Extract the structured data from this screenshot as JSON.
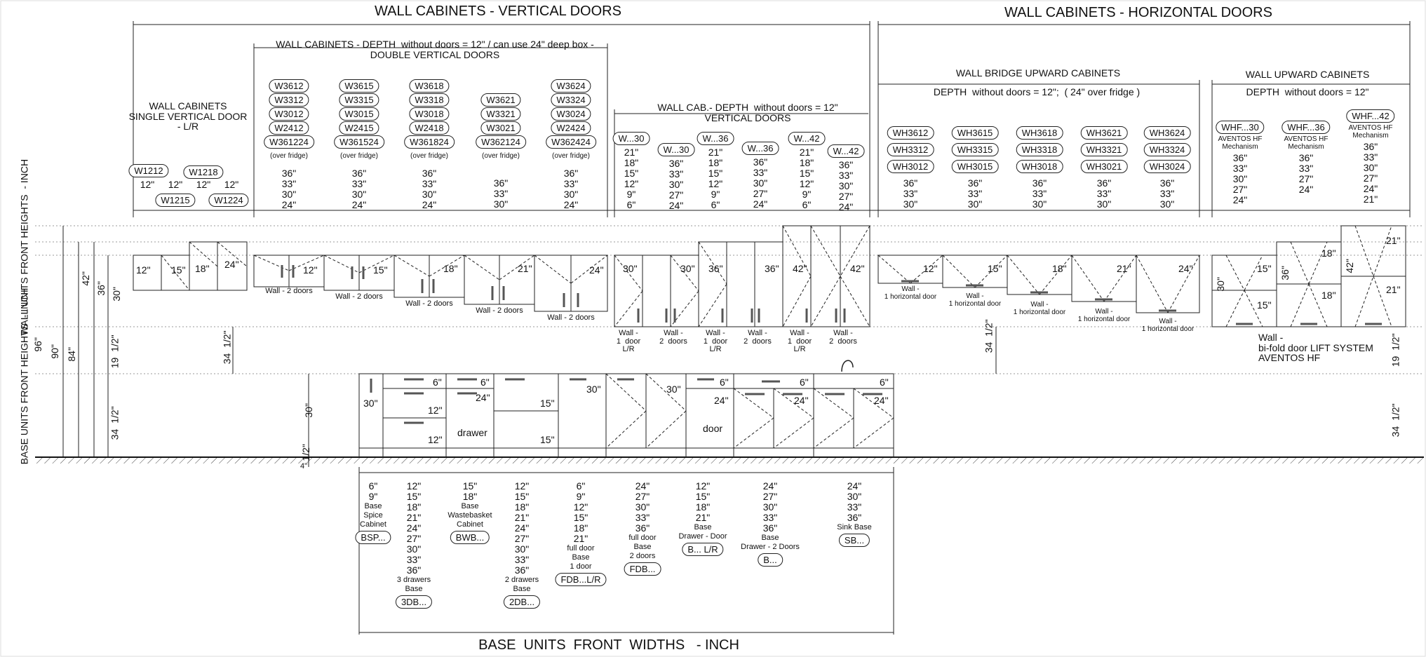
{
  "titles": {
    "wall_vertical": "WALL CABINETS - VERTICAL DOORS",
    "wall_horizontal": "WALL CABINETS - HORIZONTAL DOORS",
    "base_widths": "BASE  UNITS  FRONT  WIDTHS   - INCH"
  },
  "side_labels": {
    "wall_units": "WALL UNITS FRONT HEIGHTS  - INCH",
    "base_units": "BASE UNITS FRONT HEIGHTS  - INCH"
  },
  "heights": {
    "h96": "96\"",
    "h90": "90\"",
    "h84": "84\"",
    "h42": "42\"",
    "h36": "36\"",
    "h30": "30\"",
    "h19": "19  1/2\"",
    "h34": "34  1/2\"",
    "h34b": "34  1/2\"",
    "h30b": "30\"",
    "h4": "4\"",
    "h1_2": "1/2\"",
    "h34c": "34  1/2\"",
    "h34d": "34  1/2\"",
    "h19r": "19  1/2\"",
    "h34r": "34  1/2\""
  },
  "groups": {
    "single": {
      "title": "WALL CABINETS\nSINGLE VERTICAL DOOR\n- L/R"
    },
    "depth12": {
      "title": "WALL CABINETS - DEPTH  without doors = 12\" / can use 24\" deep box -\nDOUBLE VERTICAL DOORS"
    },
    "cab12": {
      "title": "WALL CAB.- DEPTH  without doors = 12\"\nVERTICAL DOORS"
    },
    "bridge": {
      "title": "WALL BRIDGE UPWARD CABINETS",
      "sub": "DEPTH  without doors = 12\";  ( 24\" over fridge )"
    },
    "upward": {
      "title": "WALL UPWARD CABINETS",
      "sub": "DEPTH  without doors = 12\""
    }
  },
  "single_pills": [
    "W1212",
    "W1218",
    "W1215",
    "W1224"
  ],
  "single_widths": [
    "12\"",
    "12\"",
    "12\"",
    "12\""
  ],
  "double_cols": [
    {
      "codes": [
        "W3612",
        "W3312",
        "W3012",
        "W2412",
        "W361224"
      ],
      "note": "(over fridge)",
      "heights": "36\"\n33\"\n30\"\n24\""
    },
    {
      "codes": [
        "W3615",
        "W3315",
        "W3015",
        "W2415",
        "W361524"
      ],
      "note": "(over fridge)",
      "heights": "36\"\n33\"\n30\"\n24\""
    },
    {
      "codes": [
        "W3618",
        "W3318",
        "W3018",
        "W2418",
        "W361824"
      ],
      "note": "(over fridge)",
      "heights": "36\"\n33\"\n30\"\n24\""
    },
    {
      "codes": [
        "W3621",
        "W3321",
        "W3021",
        "W362124"
      ],
      "note": "(over fridge)",
      "heights": "36\"\n33\"\n30\""
    },
    {
      "codes": [
        "W3624",
        "W3324",
        "W3024",
        "W2424",
        "W362424"
      ],
      "note": "(over fridge)",
      "heights": "36\"\n33\"\n30\"\n24\""
    }
  ],
  "vert_cols": [
    {
      "code": "W...30",
      "heights": "21\"\n18\"\n15\"\n12\"\n9\"\n6\""
    },
    {
      "code": "W...30",
      "heights": "36\"\n33\"\n30\"\n27\"\n24\""
    },
    {
      "code": "W...36",
      "heights": "21\"\n18\"\n15\"\n12\"\n9\"\n6\""
    },
    {
      "code": "W...36",
      "heights": "36\"\n33\"\n30\"\n27\"\n24\""
    },
    {
      "code": "W...42",
      "heights": "21\"\n18\"\n15\"\n12\"\n9\"\n6\""
    },
    {
      "code": "W...42",
      "heights": "36\"\n33\"\n30\"\n27\"\n24\""
    }
  ],
  "bridge_cols": [
    {
      "codes": [
        "WH3612",
        "WH3312",
        "WH3012"
      ],
      "heights": "36\"\n33\"\n30\""
    },
    {
      "codes": [
        "WH3615",
        "WH3315",
        "WH3015"
      ],
      "heights": "36\"\n33\"\n30\""
    },
    {
      "codes": [
        "WH3618",
        "WH3318",
        "WH3018"
      ],
      "heights": "36\"\n33\"\n30\""
    },
    {
      "codes": [
        "WH3621",
        "WH3321",
        "WH3021"
      ],
      "heights": "36\"\n33\"\n30\""
    },
    {
      "codes": [
        "WH3624",
        "WH3324",
        "WH3024"
      ],
      "heights": "36\"\n33\"\n30\""
    }
  ],
  "upward_cols": [
    {
      "code": "WHF...30",
      "mech": "AVENTOS HF\nMechanism",
      "heights": "36\"\n33\"\n30\"\n27\"\n24\""
    },
    {
      "code": "WHF...36",
      "mech": "AVENTOS HF\nMechanism",
      "heights": "36\"\n33\"\n27\"\n24\""
    },
    {
      "code": "WHF...42",
      "mech": "AVENTOS HF\nMechanism",
      "heights": "36\"\n33\"\n30\"\n27\"\n24\"\n21\""
    }
  ],
  "elev_labels": {
    "s1": "12\"",
    "s2": "15\"",
    "s3": "18\"",
    "s4": "24\"",
    "d1": "12\"",
    "d2": "15\"",
    "d3": "18\"",
    "d4": "21\"",
    "d5": "24\"",
    "wall2": "Wall - 2 doors",
    "v1": "30\"",
    "v2": "30\"",
    "v3": "36\"",
    "v4": "36\"",
    "v5": "42\"",
    "v6": "42\"",
    "wall1": "Wall -\n1  door\nL/R",
    "wall2b": "Wall -\n2  doors",
    "b1": "12\"",
    "b2": "15\"",
    "b3": "18\"",
    "b4": "21\"",
    "b5": "24\"",
    "wall_h": "Wall -\n1 horizontal door",
    "u1": "15\"",
    "u2": "15\"",
    "u3": "18\"",
    "u4": "18\"",
    "u5": "21\"",
    "u6": "21\"",
    "u30": "30\"",
    "u36": "36\"",
    "u42": "42\"",
    "bifold": "Wall -\nbi-fold door LIFT SYSTEM\nAVENTOS HF"
  },
  "base_elev": {
    "spice30": "30\"",
    "d6": "6\"",
    "d12a": "12\"",
    "d12b": "12\"",
    "wb6": "6\"",
    "wb24": "24\"",
    "drawer": "drawer",
    "b15a": "15\"",
    "b15b": "15\"",
    "b30": "30\"",
    "b30b": "30\"",
    "bd6": "6\"",
    "bd24": "24\"",
    "door": "door",
    "b6c": "6\"",
    "b24c": "24\"",
    "b6d": "6\"",
    "b24d": "24\""
  },
  "base_cols": [
    {
      "list": "6\"\n9\"",
      "label": "Base\nSpice\nCabinet",
      "code": "BSP..."
    },
    {
      "list": "12\"\n15\"\n18\"\n21\"\n24\"\n27\"\n30\"\n33\"\n36\"",
      "label": "3 drawers\nBase",
      "code": "3DB..."
    },
    {
      "list": "15\"\n18\"",
      "label": "Base\nWastebasket\nCabinet",
      "code": "BWB..."
    },
    {
      "list": "12\"\n15\"\n18\"\n21\"\n24\"\n27\"\n30\"\n33\"\n36\"",
      "label": "2 drawers\nBase",
      "code": "2DB..."
    },
    {
      "list": "6\"\n9\"\n12\"\n15\"\n18\"\n21\"",
      "label": "full door\nBase\n1 door",
      "code": "FDB...L/R"
    },
    {
      "list": "24\"\n27\"\n30\"\n33\"\n36\"",
      "label": "full door\nBase\n2 doors",
      "code": "FDB..."
    },
    {
      "list": "12\"\n15\"\n18\"\n21\"",
      "label": "Base\nDrawer - Door",
      "code": "B... L/R"
    },
    {
      "list": "24\"\n27\"\n30\"\n33\"\n36\"",
      "label": "Base\nDrawer - 2 Doors",
      "code": "B..."
    },
    {
      "list": "24\"\n30\"\n33\"\n36\"",
      "label": "Sink Base",
      "code": "SB..."
    }
  ]
}
